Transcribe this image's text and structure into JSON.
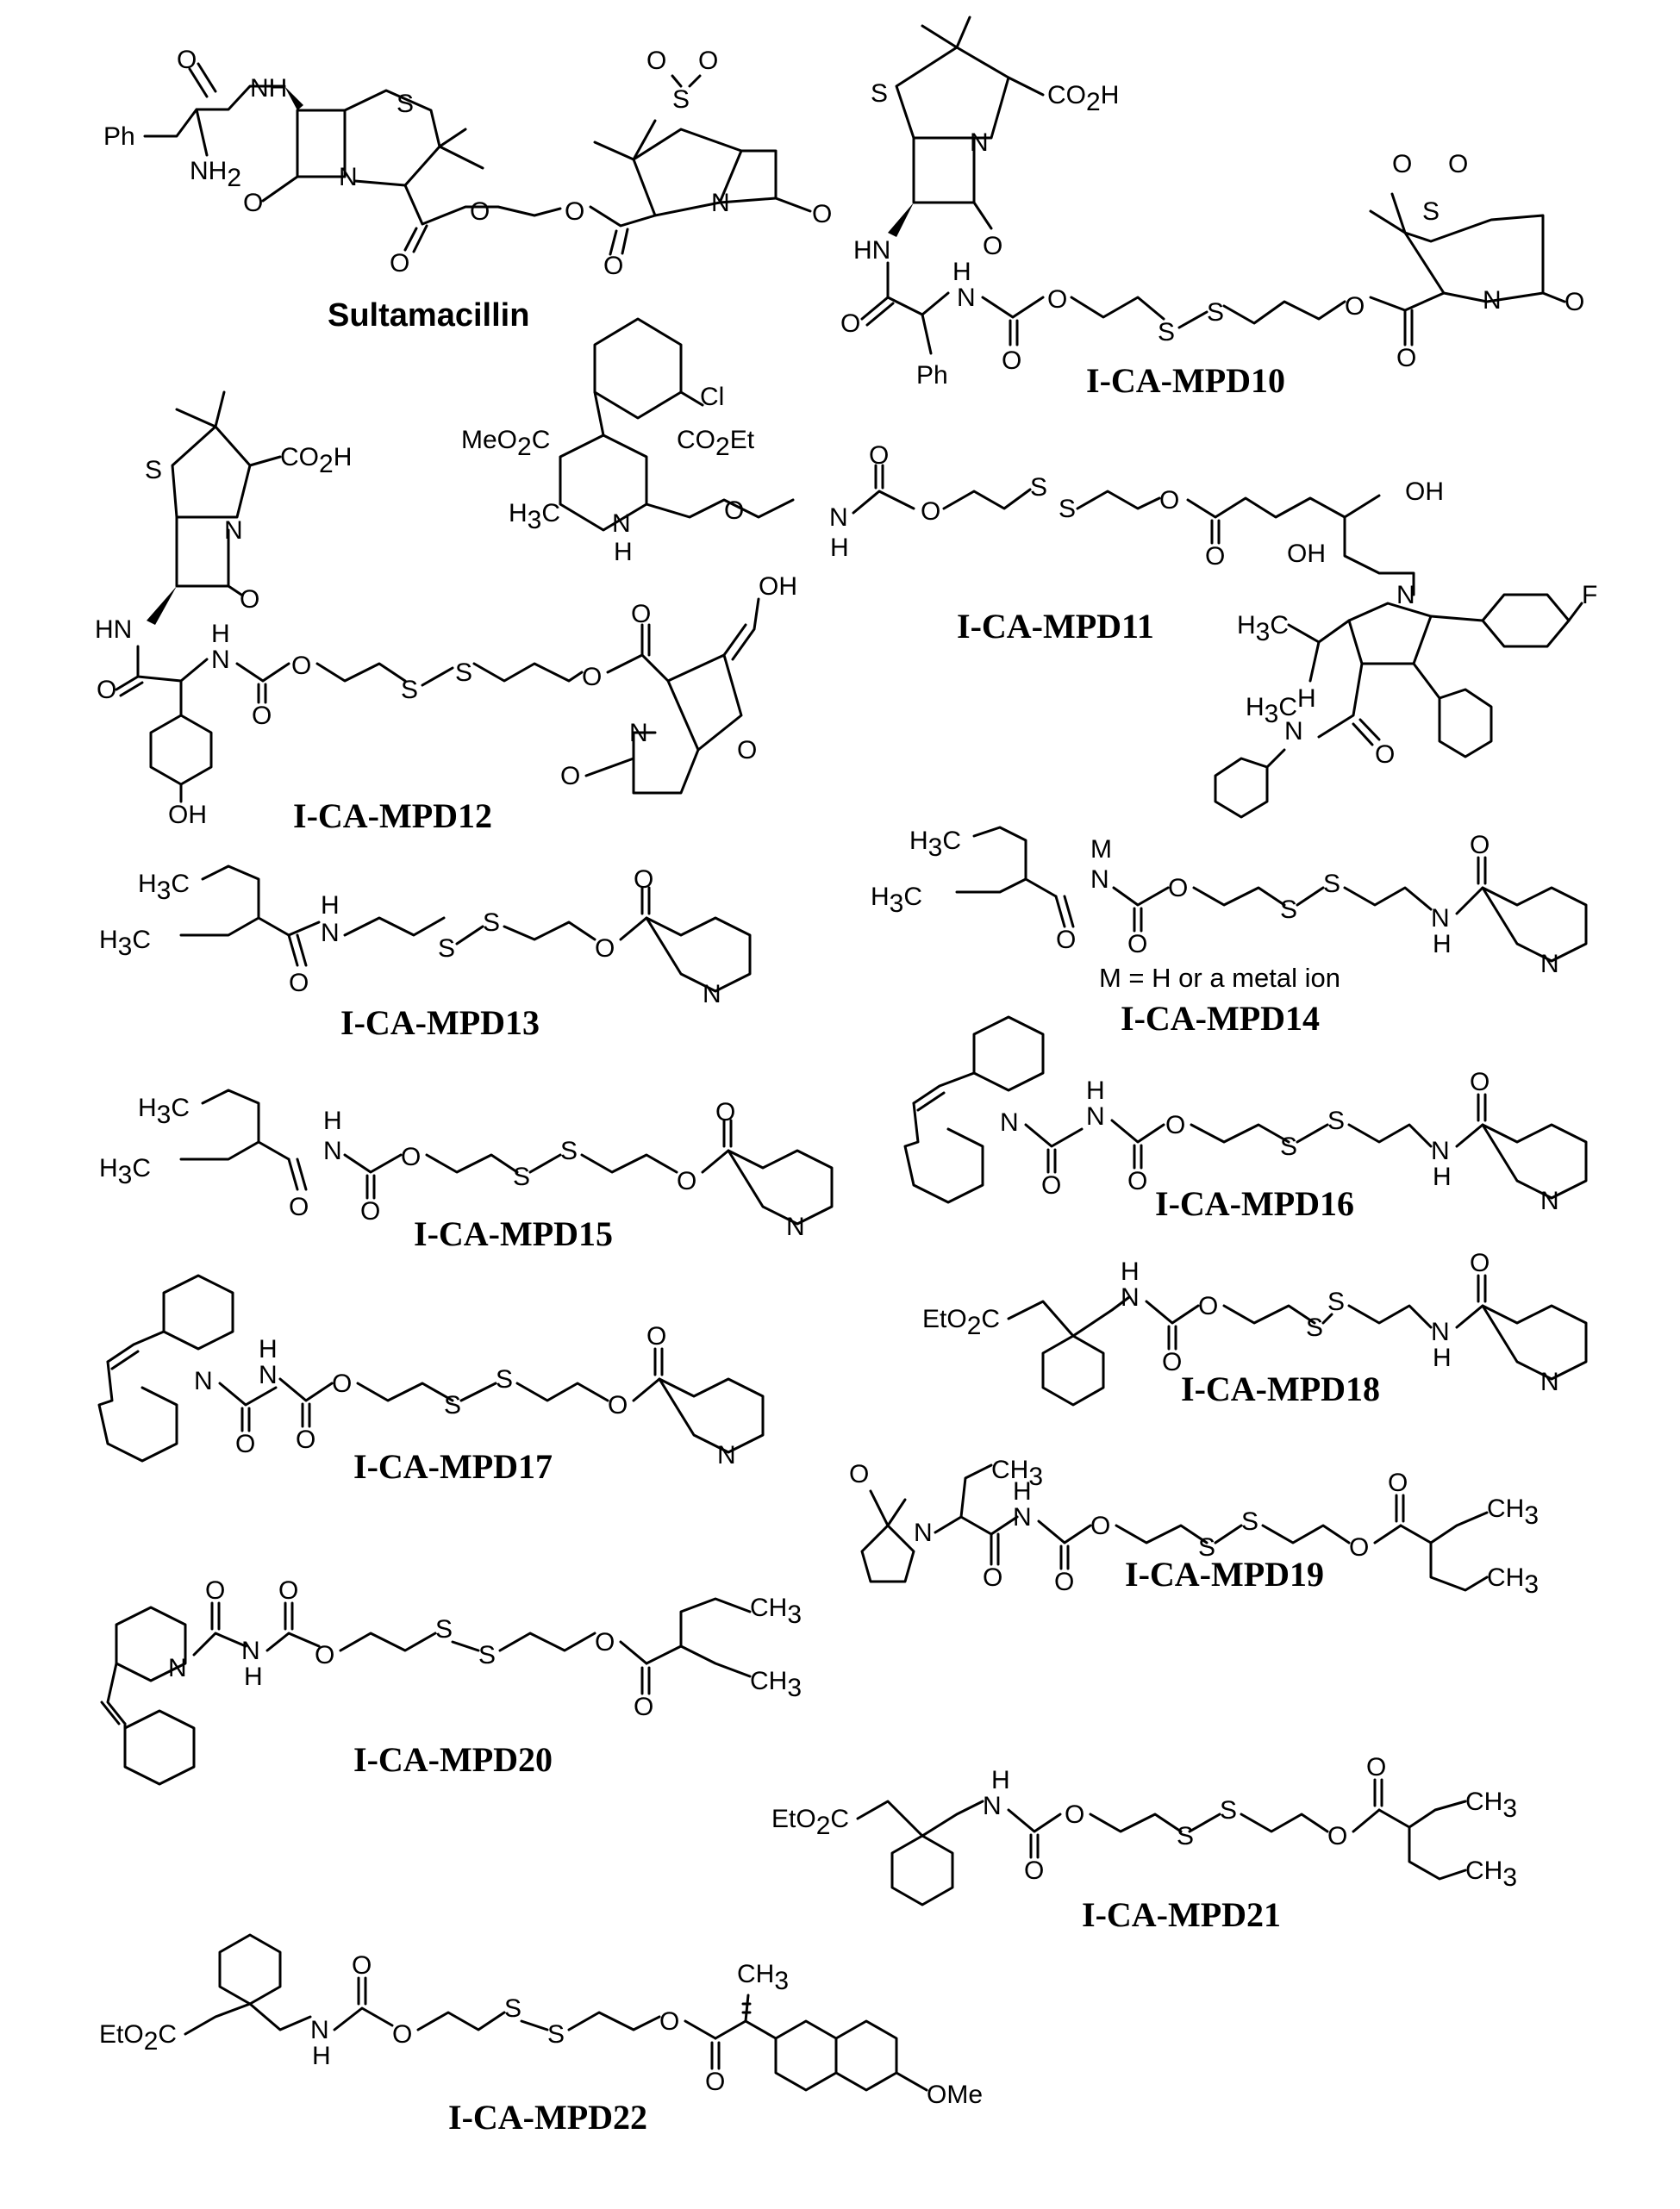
{
  "captions": {
    "sultamacillin": "Sultamacillin",
    "mpd10": "I-CA-MPD10",
    "mpd11": "I-CA-MPD11",
    "mpd12": "I-CA-MPD12",
    "mpd13": "I-CA-MPD13",
    "mpd14": "I-CA-MPD14",
    "mpd15": "I-CA-MPD15",
    "mpd16": "I-CA-MPD16",
    "mpd17": "I-CA-MPD17",
    "mpd18": "I-CA-MPD18",
    "mpd19": "I-CA-MPD19",
    "mpd20": "I-CA-MPD20",
    "mpd21": "I-CA-MPD21",
    "mpd22": "I-CA-MPD22"
  },
  "notes": {
    "mpd14_metal": "M = H or a metal ion"
  },
  "atoms": {
    "O": "O",
    "N": "N",
    "S": "S",
    "H": "H",
    "F": "F",
    "M": "M",
    "NH": "NH",
    "HN": "HN",
    "OH": "OH",
    "Ph": "Ph",
    "Cl": "Cl",
    "NH2": "NH",
    "NH2_sub": "2",
    "CO2H": "CO",
    "CO2H_sub": "2",
    "CO2H_tail": "H",
    "CO2Et": "CO",
    "CO2Et_sub": "2",
    "CO2Et_tail": "Et",
    "MeO2C": "MeO",
    "MeO2C_sub": "2",
    "MeO2C_tail": "C",
    "EtO2C": "EtO",
    "EtO2C_sub": "2",
    "EtO2C_tail": "C",
    "H3C": "H",
    "H3C_sub": "3",
    "H3C_tail": "C",
    "CH3": "CH",
    "CH3_sub": "3",
    "OMe": "OMe",
    "SO2": "S"
  }
}
